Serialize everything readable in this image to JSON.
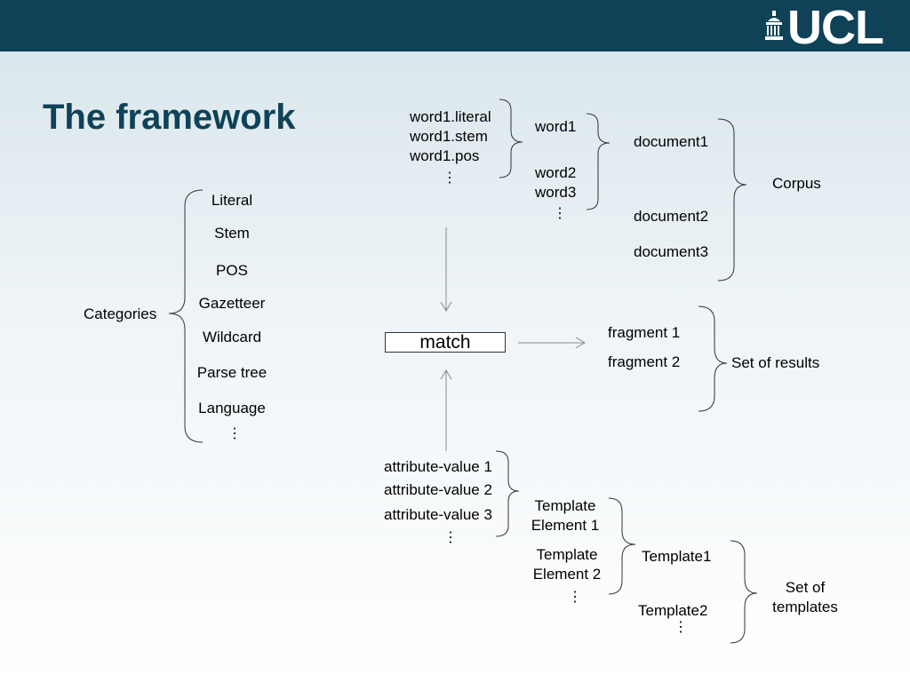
{
  "logo": {
    "text": "UCL",
    "icon": "portico-icon"
  },
  "title": "The framework",
  "categories": {
    "label": "Categories",
    "items": [
      "Literal",
      "Stem",
      "POS",
      "Gazetteer",
      "Wildcard",
      "Parse tree",
      "Language"
    ],
    "more": "⋮"
  },
  "word_attrs": {
    "items": [
      "word1.literal",
      "word1.stem",
      "word1.pos"
    ],
    "more": "⋮"
  },
  "words": {
    "word1": "word1",
    "word2": "word2",
    "word3": "word3",
    "more": "⋮"
  },
  "documents": [
    "document1",
    "document2",
    "document3"
  ],
  "corpus": "Corpus",
  "match": "match",
  "fragments": [
    "fragment 1",
    "fragment 2"
  ],
  "results": "Set of results",
  "attr_values": {
    "items": [
      "attribute-value 1",
      "attribute-value 2",
      "attribute-value 3"
    ],
    "more": "⋮"
  },
  "template_elements": {
    "items": [
      "Template\nElement 1",
      "Template\nElement 2"
    ],
    "more": "⋮"
  },
  "templates": {
    "items": [
      "Template1",
      "Template2"
    ],
    "more": "⋮"
  },
  "set_of_templates": "Set of\ntemplates"
}
